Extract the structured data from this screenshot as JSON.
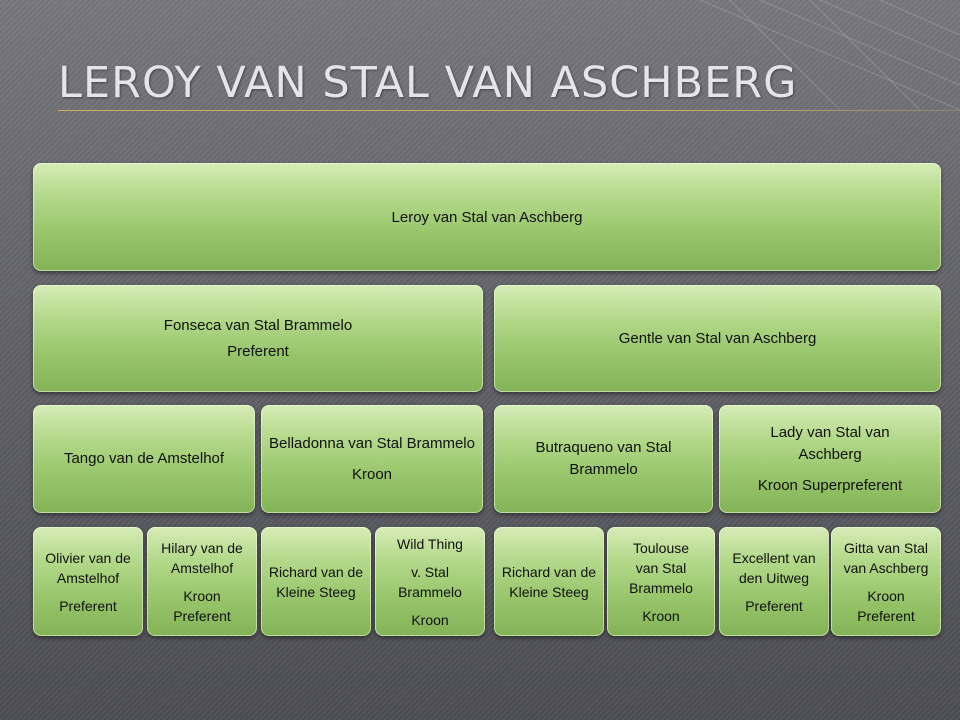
{
  "title": "Leroy van Stal van Aschberg",
  "tree": {
    "root": {
      "name": "Leroy van Stal van Aschberg"
    },
    "parents": [
      {
        "name": "Fonseca van Stal Brammelo",
        "qualification": "Preferent"
      },
      {
        "name": "Gentle van Stal van Aschberg"
      }
    ],
    "grandparents": [
      {
        "name": "Tango van de Amstelhof"
      },
      {
        "name": "Belladonna van Stal Brammelo",
        "qualification": "Kroon"
      },
      {
        "name": "Butraqueno van Stal Brammelo"
      },
      {
        "name": "Lady van Stal van Aschberg",
        "qualification": "Kroon Superpreferent"
      }
    ],
    "great_grandparents": [
      {
        "name": "Olivier van de Amstelhof",
        "qualification": "Preferent"
      },
      {
        "name": "Hilary van de Amstelhof",
        "qualification": "Kroon Preferent"
      },
      {
        "name": "Richard van de Kleine Steeg"
      },
      {
        "name": "Wild Thing",
        "name2": "v. Stal Brammelo",
        "qualification": "Kroon"
      },
      {
        "name": "Richard van de Kleine Steeg"
      },
      {
        "name": "Toulouse van Stal Brammelo",
        "qualification": "Kroon"
      },
      {
        "name": "Excellent van den Uitweg",
        "qualification": "Preferent"
      },
      {
        "name": "Gitta van Stal van Aschberg",
        "qualification": "Kroon Preferent"
      }
    ]
  }
}
